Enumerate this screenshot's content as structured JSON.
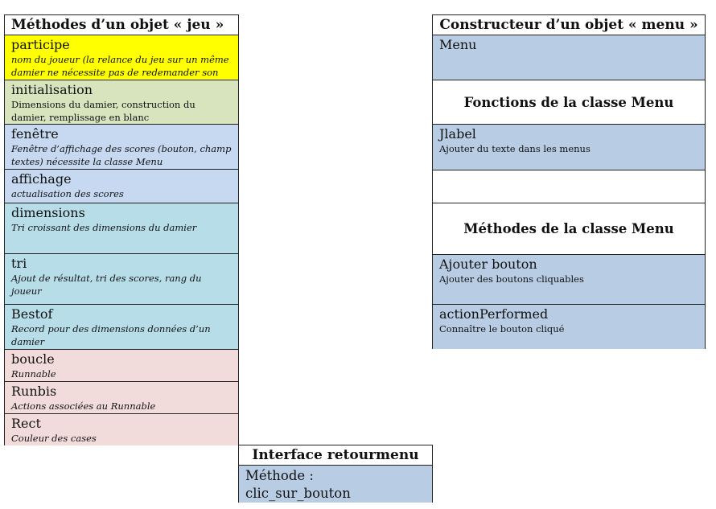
{
  "colors": {
    "yellow": "#ffff00",
    "green": "#d7e4bd",
    "lightblue": "#c6d9f1",
    "cyan": "#b7dde8",
    "pink": "#f2dcdb",
    "steel": "#b8cce4",
    "white": "#ffffff"
  },
  "jeu": {
    "title": "Méthodes d’un objet « jeu »",
    "items": [
      {
        "name": "participe",
        "desc": "nom du joueur (la relance du jeu sur un même damier ne nécessite pas de redemander son nom)",
        "color": "yellow",
        "italic": true
      },
      {
        "name": "initialisation",
        "desc": "Dimensions du damier, construction du damier, remplissage en blanc",
        "color": "green",
        "italic": false
      },
      {
        "name": "fenêtre",
        "desc": "Fenêtre d’affichage des scores (bouton, champ textes) nécessite la classe Menu",
        "color": "lightblue",
        "italic": true
      },
      {
        "name": "affichage",
        "desc": "actualisation des scores",
        "color": "lightblue",
        "italic": true
      },
      {
        "name": "dimensions",
        "desc": "Tri croissant des dimensions du damier",
        "color": "cyan",
        "italic": true
      },
      {
        "name": "tri",
        "desc": "Ajout de résultat, tri des scores, rang du joueur",
        "color": "cyan",
        "italic": true
      },
      {
        "name": "Bestof",
        "desc": "Record pour des dimensions données d’un damier",
        "color": "cyan",
        "italic": true
      },
      {
        "name": "boucle",
        "desc": "Runnable",
        "color": "pink",
        "italic": true
      },
      {
        "name": "Runbis",
        "desc": "Actions associées au Runnable",
        "color": "pink",
        "italic": true
      },
      {
        "name": "Rect",
        "desc": "Couleur des cases",
        "color": "pink",
        "italic": true
      }
    ]
  },
  "menu": {
    "title": "Constructeur d’un objet « menu »",
    "constructor": "Menu",
    "functions_heading": "Fonctions de la classe Menu",
    "jlabel": {
      "name": "Jlabel",
      "desc": "Ajouter du texte dans les menus"
    },
    "methods_heading": "Méthodes de la classe Menu",
    "ajouter": {
      "name": "Ajouter bouton",
      "desc": "Ajouter des boutons cliquables"
    },
    "action": {
      "name": "actionPerformed",
      "desc": "Connaître le bouton cliqué"
    }
  },
  "iface": {
    "title": "Interface retourmenu",
    "line1": "Méthode :",
    "line2": "clic_sur_bouton"
  }
}
